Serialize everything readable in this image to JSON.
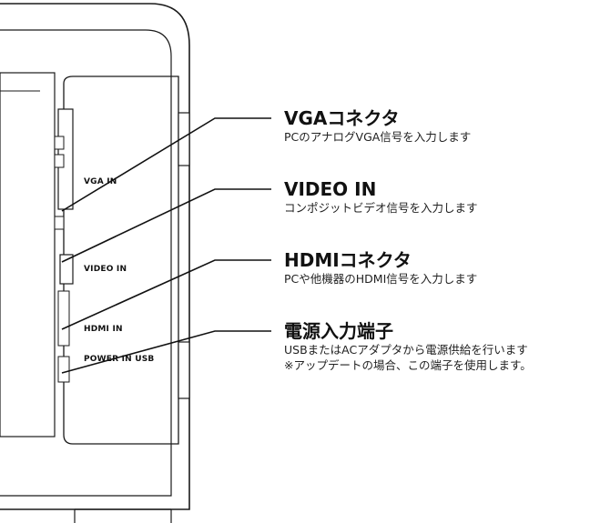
{
  "ports": {
    "vga": "VGA IN",
    "video": "VIDEO IN",
    "hdmi": "HDMI IN",
    "power": "POWER IN USB"
  },
  "callouts": [
    {
      "title": "VGAコネクタ",
      "desc": "PCのアナログVGA信号を入力します"
    },
    {
      "title": "VIDEO IN",
      "desc": "コンポジットビデオ信号を入力します"
    },
    {
      "title": "HDMIコネクタ",
      "desc": "PCや他機器のHDMI信号を入力します"
    },
    {
      "title": "電源入力端子",
      "desc": "USBまたはACアダプタから電源供給を行います",
      "note": "※アップデートの場合、この端子を使用します。"
    }
  ]
}
